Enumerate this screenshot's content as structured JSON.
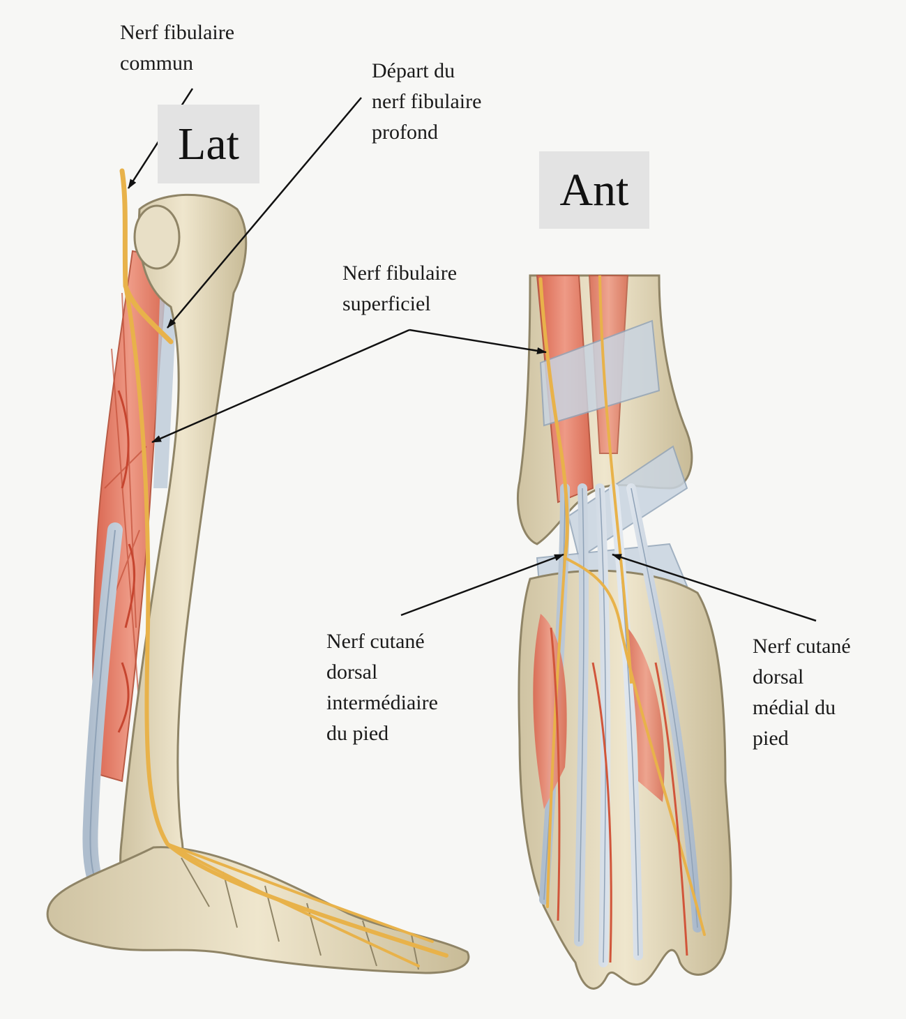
{
  "views": {
    "lateral": "Lat",
    "anterior": "Ant"
  },
  "labels": {
    "common_fibular": [
      "Nerf fibulaire",
      "commun"
    ],
    "deep_fibular": [
      "Départ du",
      "nerf fibulaire",
      "profond"
    ],
    "superficial_fibular": [
      "Nerf fibulaire",
      "superficiel"
    ],
    "intermediate_dorsal_cutaneous": [
      "Nerf cutané",
      "dorsal",
      "intermédiaire",
      "du pied"
    ],
    "medial_dorsal_cutaneous": [
      "Nerf cutané",
      "dorsal",
      "médial du",
      "pied"
    ]
  },
  "colors": {
    "background": "#f7f7f5",
    "bone": "#e6dcc0",
    "bone_outline": "#8f8466",
    "muscle": "#e07a64",
    "tendon": "#c9d4e0",
    "nerve": "#e8b24a",
    "artery": "#d1553a",
    "leader_line": "#111111",
    "view_tag_bg": "#e3e3e3"
  }
}
